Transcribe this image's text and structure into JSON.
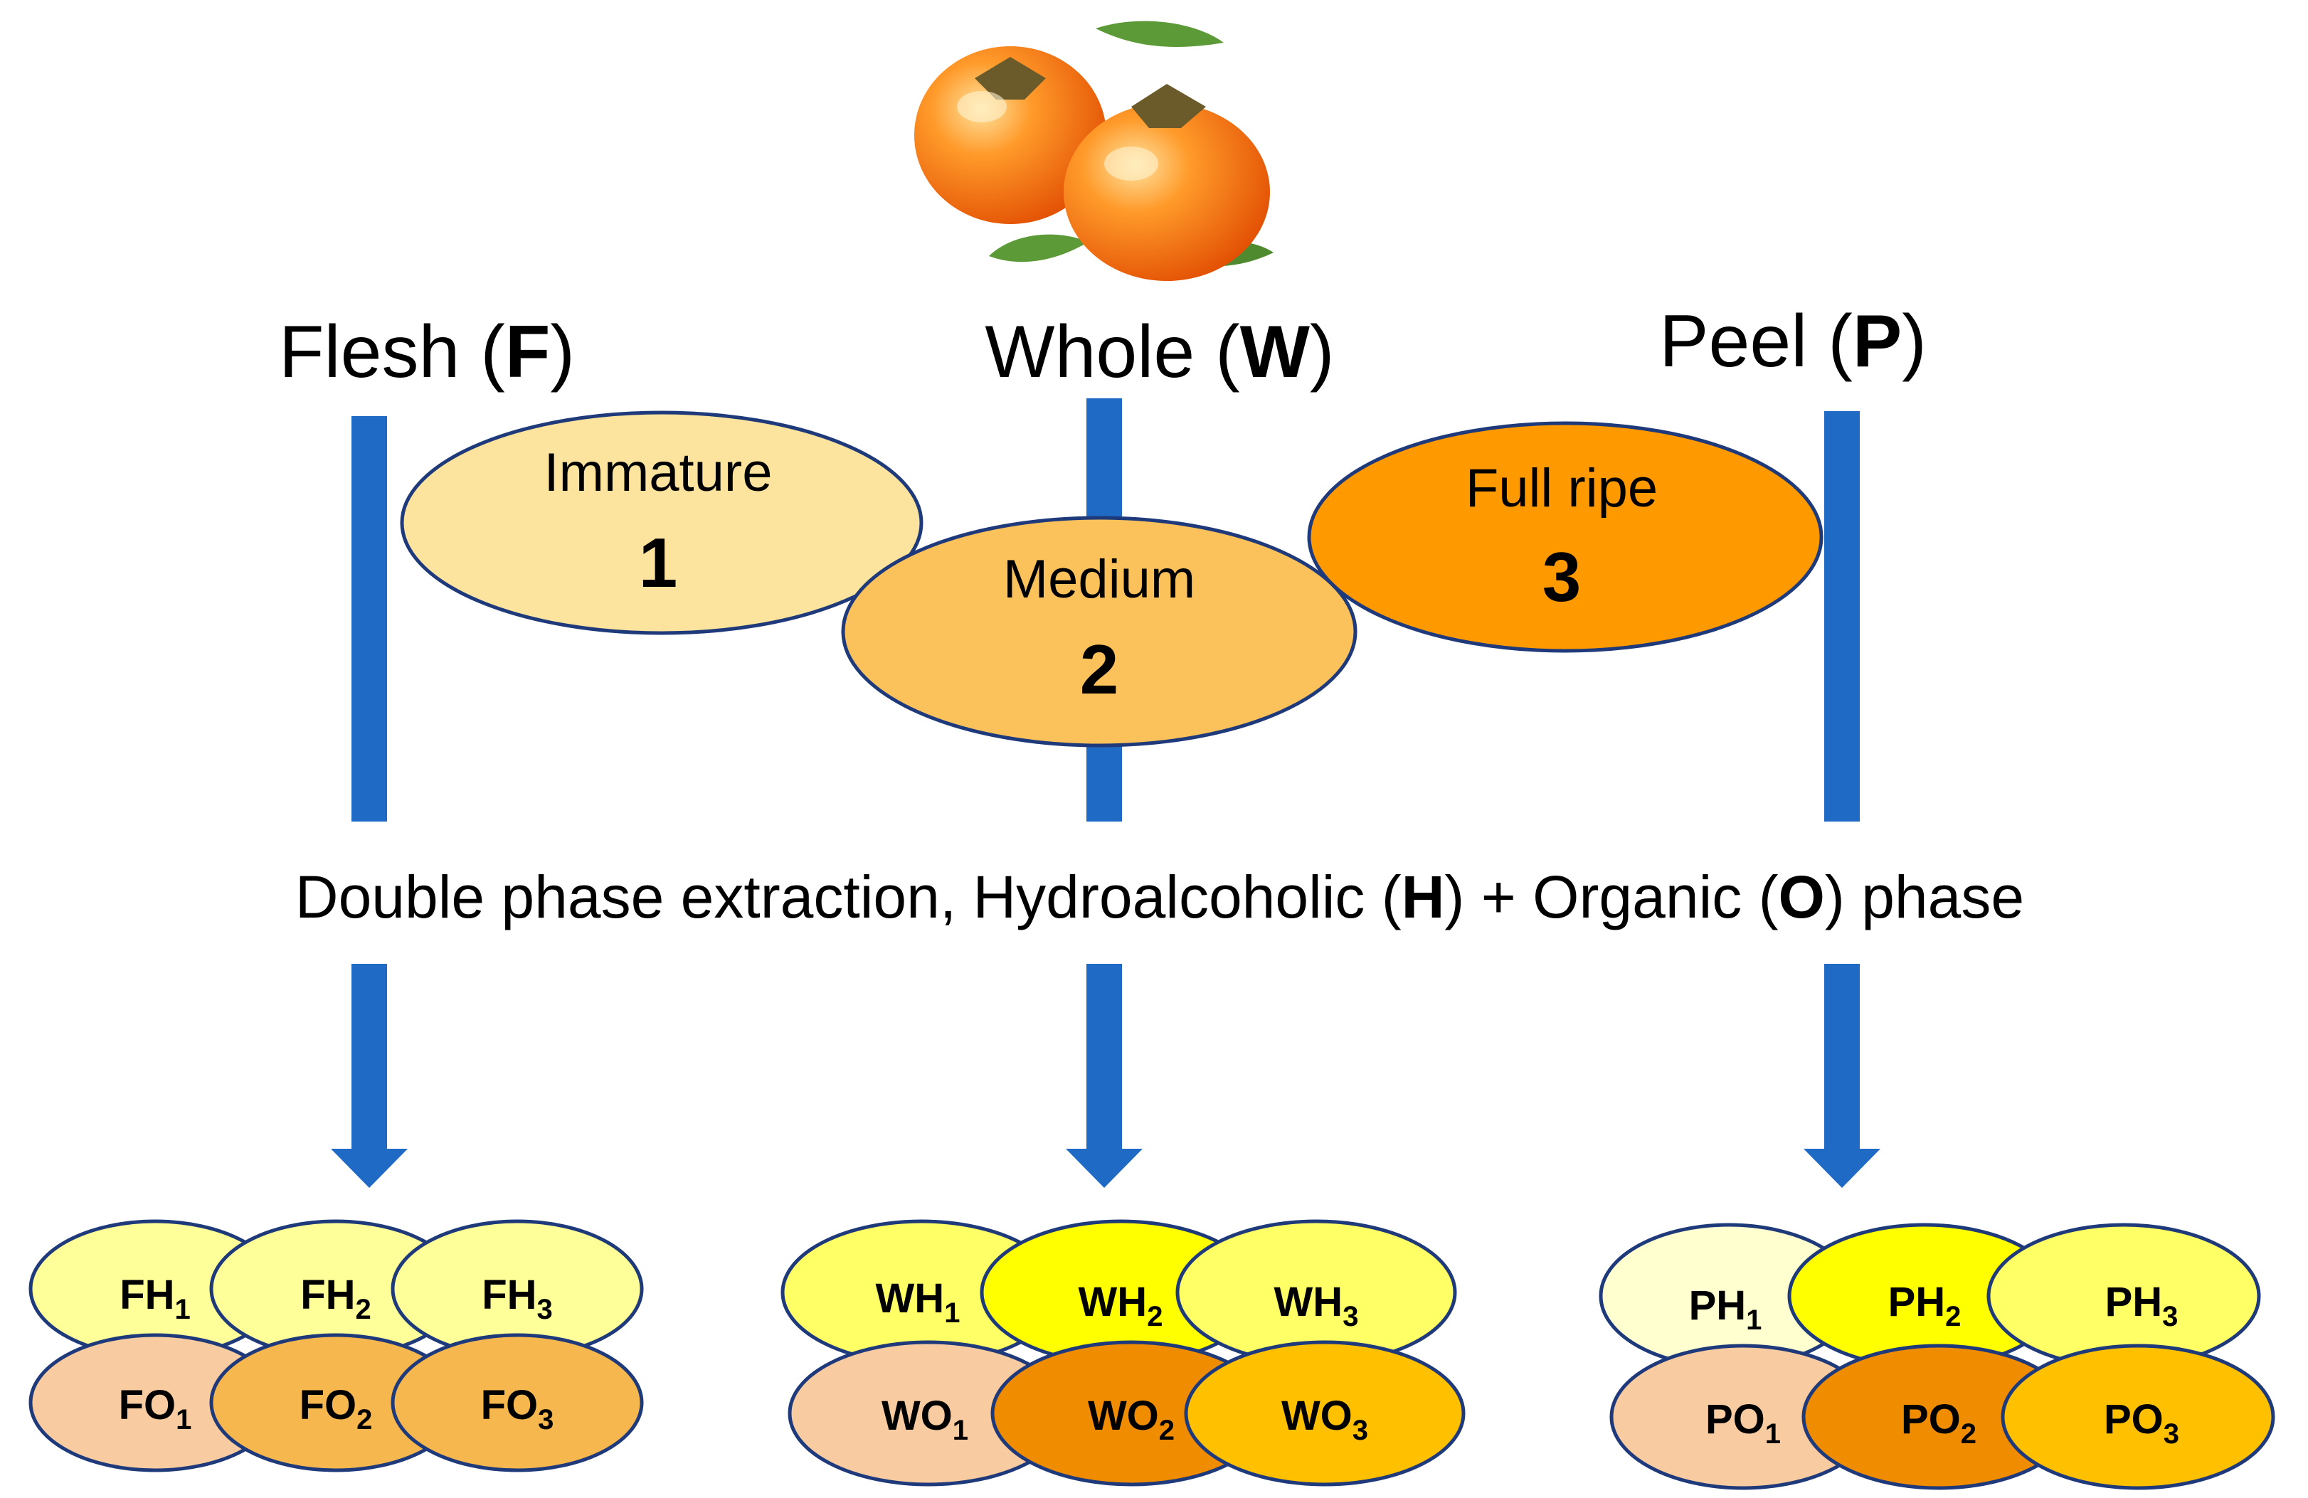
{
  "fruit_image": {
    "icon": "persimmon-fruit-icon",
    "colors": {
      "fruit": "#ff7a1a",
      "leaf": "#4f8a2e",
      "calyx": "#6b5a2a"
    }
  },
  "columns": {
    "flesh": {
      "name": "Flesh",
      "code": "F"
    },
    "whole": {
      "name": "Whole",
      "code": "W"
    },
    "peel": {
      "name": "Peel",
      "code": "P"
    }
  },
  "ripeness": [
    {
      "label": "Immature",
      "number": "1",
      "color": "#fde49e"
    },
    {
      "label": "Medium",
      "number": "2",
      "color": "#fbc25c"
    },
    {
      "label": "Full ripe",
      "number": "3",
      "color": "#ff9900"
    }
  ],
  "extraction": {
    "prefix": "Double phase extraction, Hydroalcoholic",
    "h_code": "H",
    "middle": "+ Organic",
    "o_code": "O",
    "suffix": "phase"
  },
  "samples": {
    "flesh": {
      "top": [
        {
          "main": "FH",
          "sub": "1",
          "color": "#ffff99"
        },
        {
          "main": "FH",
          "sub": "2",
          "color": "#ffff99"
        },
        {
          "main": "FH",
          "sub": "3",
          "color": "#ffff99"
        }
      ],
      "bottom": [
        {
          "main": "FO",
          "sub": "1",
          "color": "#f8cba0"
        },
        {
          "main": "FO",
          "sub": "2",
          "color": "#f6b84e"
        },
        {
          "main": "FO",
          "sub": "3",
          "color": "#f6b84e"
        }
      ]
    },
    "whole": {
      "top": [
        {
          "main": "WH",
          "sub": "1",
          "color": "#ffff66"
        },
        {
          "main": "WH",
          "sub": "2",
          "color": "#ffff00"
        },
        {
          "main": "WH",
          "sub": "3",
          "color": "#ffff66"
        }
      ],
      "bottom": [
        {
          "main": "WO",
          "sub": "1",
          "color": "#f8cba0"
        },
        {
          "main": "WO",
          "sub": "2",
          "color": "#f08c00"
        },
        {
          "main": "WO",
          "sub": "3",
          "color": "#ffc000"
        }
      ]
    },
    "peel": {
      "top": [
        {
          "main": "PH",
          "sub": "1",
          "color": "#ffffd0"
        },
        {
          "main": "PH",
          "sub": "2",
          "color": "#ffff00"
        },
        {
          "main": "PH",
          "sub": "3",
          "color": "#ffff66"
        }
      ],
      "bottom": [
        {
          "main": "PO",
          "sub": "1",
          "color": "#f8cba0"
        },
        {
          "main": "PO",
          "sub": "2",
          "color": "#f08c00"
        },
        {
          "main": "PO",
          "sub": "3",
          "color": "#ffc000"
        }
      ]
    }
  },
  "colors": {
    "bar": "#1f6ac4",
    "outline": "#1f3a7a",
    "text": "#000000"
  }
}
